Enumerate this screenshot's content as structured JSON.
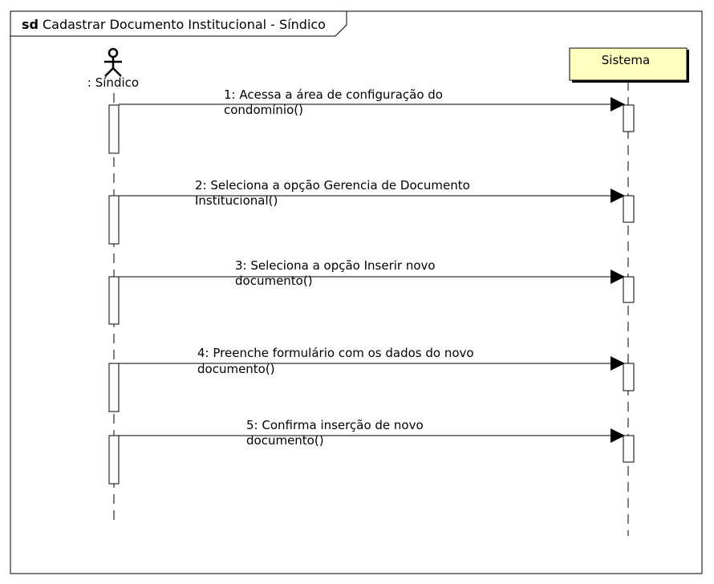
{
  "frame": {
    "keyword": "sd",
    "title": "Cadastrar Documento Institucional - Síndico"
  },
  "actor": {
    "label": ": Síndico"
  },
  "system": {
    "label": "Sistema",
    "fill": "#ffffc0"
  },
  "messages": [
    {
      "line1": "1: Acessa a área de configuração do",
      "line2": "condomínio()"
    },
    {
      "line1": "2: Seleciona a opção Gerencia de Documento",
      "line2": "Institucional()"
    },
    {
      "line1": "3: Seleciona a opção Inserir novo",
      "line2": "documento()"
    },
    {
      "line1": "4: Preenche formulário com os dados do novo",
      "line2": "documento()"
    },
    {
      "line1": "5: Confirma inserção de novo",
      "line2": "documento()"
    }
  ]
}
